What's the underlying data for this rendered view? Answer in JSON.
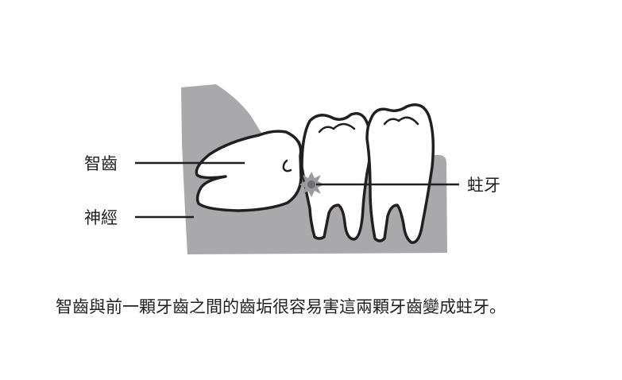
{
  "labels": {
    "wisdom_tooth": "智齒",
    "nerve": "神經",
    "cavity": "蛀牙"
  },
  "caption": "智齒與前一顆牙齒之間的齒垢很容易害這兩顆牙齒變成蛀牙。",
  "colors": {
    "gum": "#a9a9ab",
    "tooth_fill": "#ffffff",
    "outline": "#231f20",
    "leader": "#231f20",
    "decay_spot": "#9a9a9c"
  }
}
